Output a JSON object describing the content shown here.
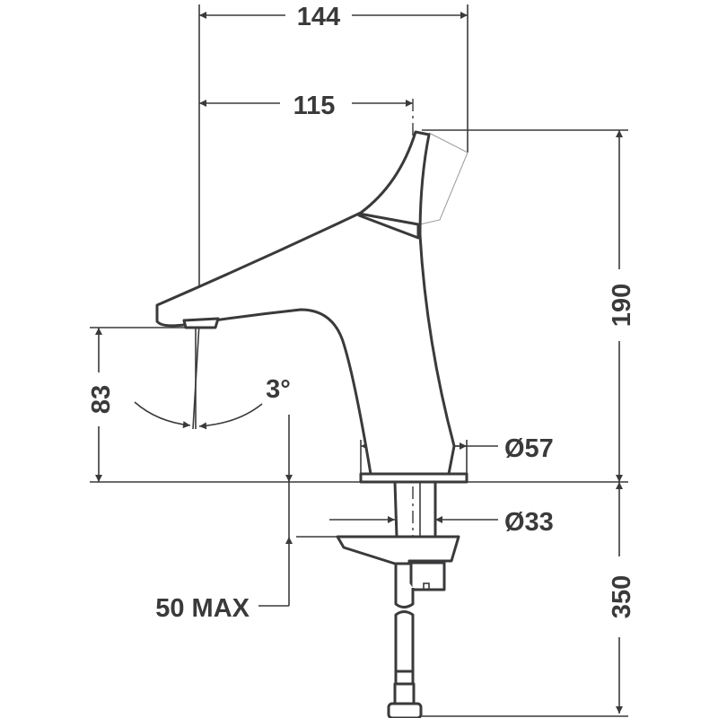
{
  "dimensions": {
    "width_total": "144",
    "spout_reach": "115",
    "height_total": "190",
    "spout_height": "83",
    "angle": "3°",
    "base_diameter": "Ø57",
    "shank_diameter": "Ø33",
    "deck_thickness": "50 MAX",
    "hose_length": "350"
  },
  "colors": {
    "line": "#3a3a3c"
  }
}
